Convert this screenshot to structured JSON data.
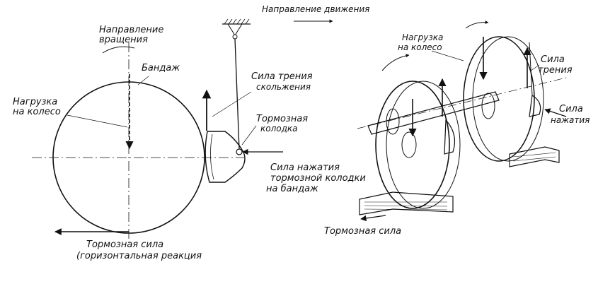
{
  "labels": {
    "motion_direction": "Направление движения",
    "rotation_direction_1": "Направление",
    "rotation_direction_2": "вращения",
    "tire": "Бандаж",
    "wheel_load_1": "Нагрузка",
    "wheel_load_2": "на колесо",
    "sliding_friction_1": "Сила трения",
    "sliding_friction_2": "скольжения",
    "brake_shoe_1": "Тормозная",
    "brake_shoe_2": "колодка",
    "shoe_pressure_1": "Сила нажатия",
    "shoe_pressure_2": "тормозной колодки",
    "shoe_pressure_3": "на бандаж",
    "brake_force_1": "Тормозная сила",
    "brake_force_2": "(горизонтальная реакция",
    "iso_wheel_load_1": "Нагрузка",
    "iso_wheel_load_2": "на колесо",
    "iso_friction_1": "Сила",
    "iso_friction_2": "трения",
    "iso_pressure_1": "Сила",
    "iso_pressure_2": "нажатия",
    "iso_brake_force": "Тормозная сила"
  }
}
